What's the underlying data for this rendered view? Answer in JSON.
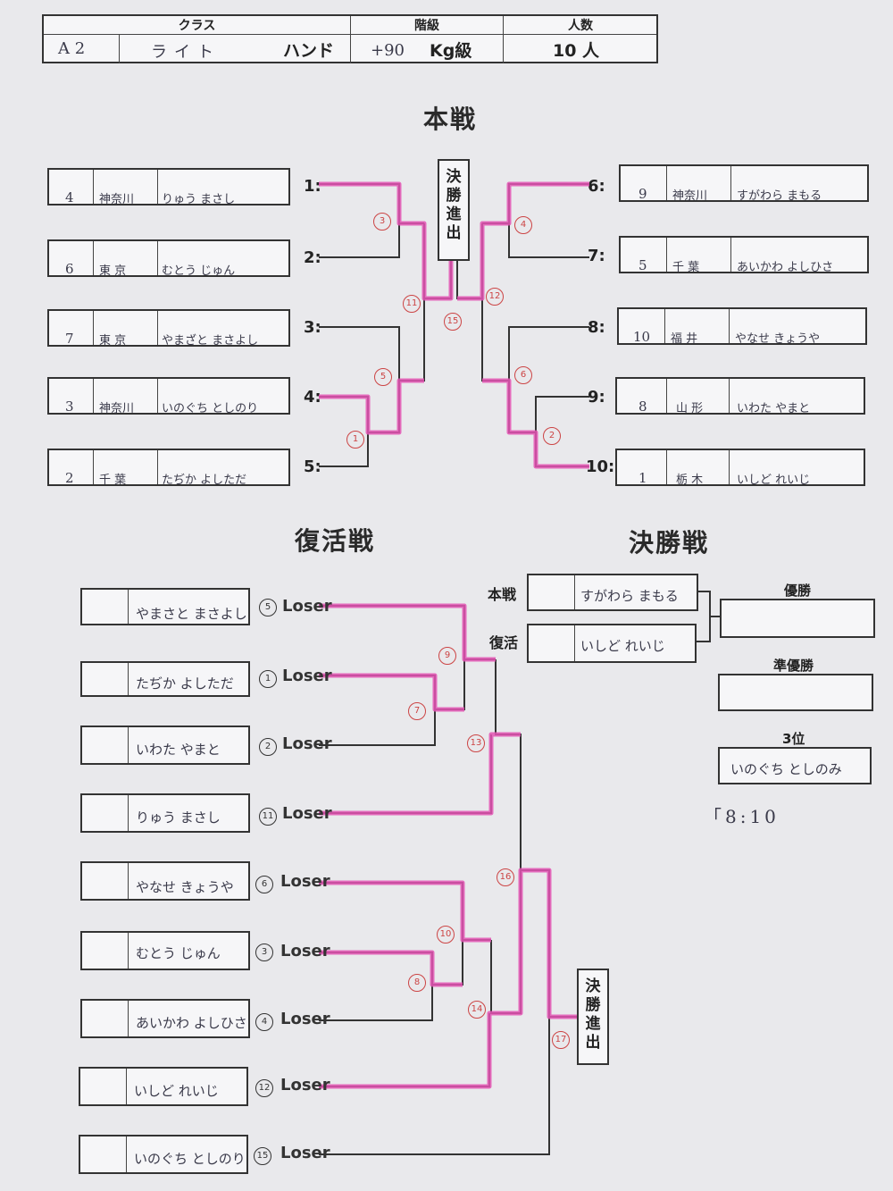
{
  "header": {
    "col_labels": [
      "クラス",
      "階級",
      "人数"
    ],
    "class_code": "A 2",
    "class_name": "ライト",
    "class_type": "ハンド",
    "weight": "+90",
    "weight_unit": "Kg級",
    "count": "10 人"
  },
  "main_title": "本戦",
  "left_entries": [
    {
      "no": "4",
      "pref": "神奈川",
      "name": "りゅう まさし",
      "slot": "1:"
    },
    {
      "no": "6",
      "pref": "東 京",
      "name": "むとう じゅん",
      "slot": "2:"
    },
    {
      "no": "7",
      "pref": "東 京",
      "name": "やまざと まさよし",
      "slot": "3:"
    },
    {
      "no": "3",
      "pref": "神奈川",
      "name": "いのぐち としのり",
      "slot": "4:"
    },
    {
      "no": "2",
      "pref": "千 葉",
      "name": "たぢか よしただ",
      "slot": "5:"
    }
  ],
  "right_entries": [
    {
      "no": "9",
      "pref": "神奈川",
      "name": "すがわら まもる",
      "slot": "6:"
    },
    {
      "no": "5",
      "pref": "千 葉",
      "name": "あいかわ よしひさ",
      "slot": "7:"
    },
    {
      "no": "10",
      "pref": "福 井",
      "name": "やなせ きょうや",
      "slot": "8:"
    },
    {
      "no": "8",
      "pref": "山 形",
      "name": "いわた やまと",
      "slot": "9:"
    },
    {
      "no": "1",
      "pref": "栃 木",
      "name": "いしど れいじ",
      "slot": "10:"
    }
  ],
  "main_final_label": [
    "決",
    "勝",
    "進",
    "出"
  ],
  "main_match_nums": [
    "3",
    "11",
    "5",
    "1",
    "15",
    "4",
    "12",
    "6",
    "2"
  ],
  "repechage_title": "復活戦",
  "final_title": "決勝戦",
  "repechage_entries": [
    {
      "name": "やまさと まさよし",
      "ref": "5",
      "loser": "Loser"
    },
    {
      "name": "たぢか よしただ",
      "ref": "1",
      "loser": "Loser"
    },
    {
      "name": "いわた やまと",
      "ref": "2",
      "loser": "Loser"
    },
    {
      "name": "りゅう まさし",
      "ref": "11",
      "loser": "Loser"
    },
    {
      "name": "やなせ きょうや",
      "ref": "6",
      "loser": "Loser"
    },
    {
      "name": "むとう じゅん",
      "ref": "3",
      "loser": "Loser"
    },
    {
      "name": "あいかわ よしひさ",
      "ref": "4",
      "loser": "Loser"
    },
    {
      "name": "いしど れいじ",
      "ref": "12",
      "loser": "Loser"
    },
    {
      "name": "いのぐち としのり",
      "ref": "15",
      "loser": "Loser"
    }
  ],
  "rep_match_nums": [
    "9",
    "7",
    "13",
    "16",
    "10",
    "8",
    "14",
    "17"
  ],
  "rep_final_label": [
    "決",
    "勝",
    "進",
    "出"
  ],
  "final": {
    "honsen_label": "本戦",
    "honsen_name": "すがわら まもる",
    "fukkatsu_label": "復活",
    "fukkatsu_name": "いしど れいじ",
    "winner_label": "優勝",
    "winner_name": "",
    "runnerup_label": "準優勝",
    "runnerup_name": "",
    "third_label": "3位",
    "third_name": "いのぐち としのみ"
  },
  "note": "「8:10",
  "colors": {
    "highlight": "#e455b4",
    "ink": "#333333",
    "circle": "#cc4444"
  }
}
